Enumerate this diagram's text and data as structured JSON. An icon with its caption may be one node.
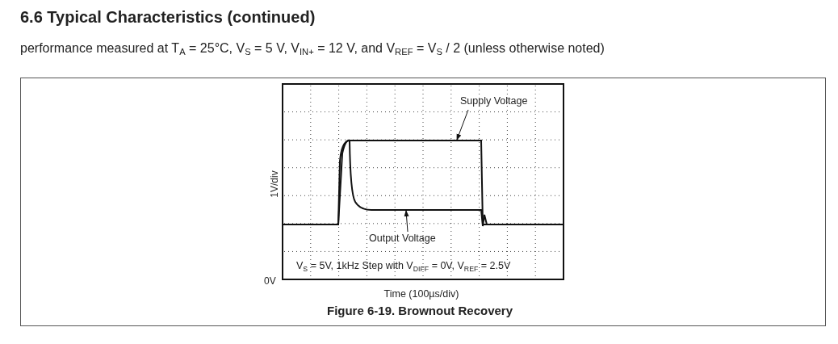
{
  "diagram": {
    "title": "6.6 Typical Characteristics (continued)",
    "caption": "Figure 6-19. Brownout Recovery",
    "nodes": [
      {
        "text": [
          "Supply Voltage"
        ]
      },
      {
        "text": [],
        "shape": "line"
      },
      {
        "text": [],
        "shape": "line"
      },
      {
        "text": [
          "Output Voltage"
        ]
      }
    ],
    "edges": [
      {
        "from": 0,
        "to": 1,
        "arrow": "to"
      },
      {
        "from": 3,
        "to": 2,
        "arrow": "to"
      }
    ],
    "labels": [
      "performance measured at T$_{A}$ = 25°C, V$_{S}$ = 5 V, V$_{IN+}$ = 12 V, and V$_{REF}$ = V$_{S}$ / 2 (unless otherwise noted)",
      "1V/div",
      "0V",
      "V$_{S}$ = 5V, 1kHz Step with V$_{DIFF}$ = 0V, V$_{REF}$ = 2.5V",
      "Time (100µs/div)"
    ]
  }
}
